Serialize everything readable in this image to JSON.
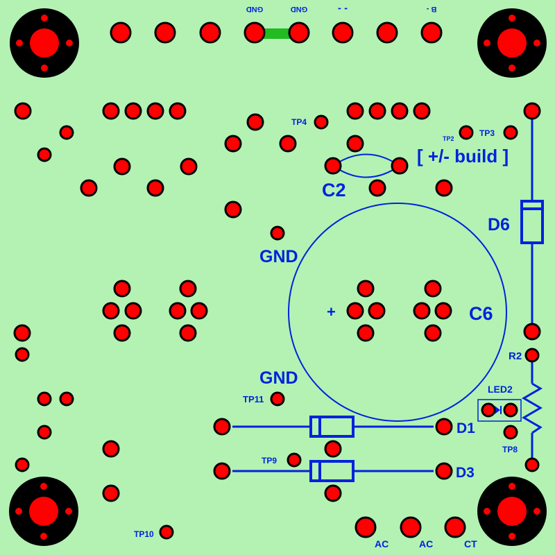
{
  "colors": {
    "background": "#b3f2b3",
    "silkscreen": "#0022dd",
    "pad_fill": "#ff0000",
    "pad_ring": "#000000",
    "pad_edge": "#ffffff",
    "jumper": "#22bb22"
  },
  "labels": {
    "gnd_top_left": "GND",
    "gnd_top_right": "GND",
    "minus_top": "- -",
    "b_minus": "B -",
    "tp4": "TP4",
    "tp2": "TP2",
    "tp3": "TP3",
    "build": "[ +/- build ]",
    "c2": "C2",
    "d6": "D6",
    "gnd_mid": "GND",
    "plus": "+",
    "c6": "C6",
    "r2": "R2",
    "gnd_low": "GND",
    "led2": "LED2",
    "tp11": "TP11",
    "d1": "D1",
    "tp8": "TP8",
    "tp9": "TP9",
    "d3": "D3",
    "tp10": "TP10",
    "ac1": "AC",
    "ac2": "AC",
    "ct": "CT"
  }
}
